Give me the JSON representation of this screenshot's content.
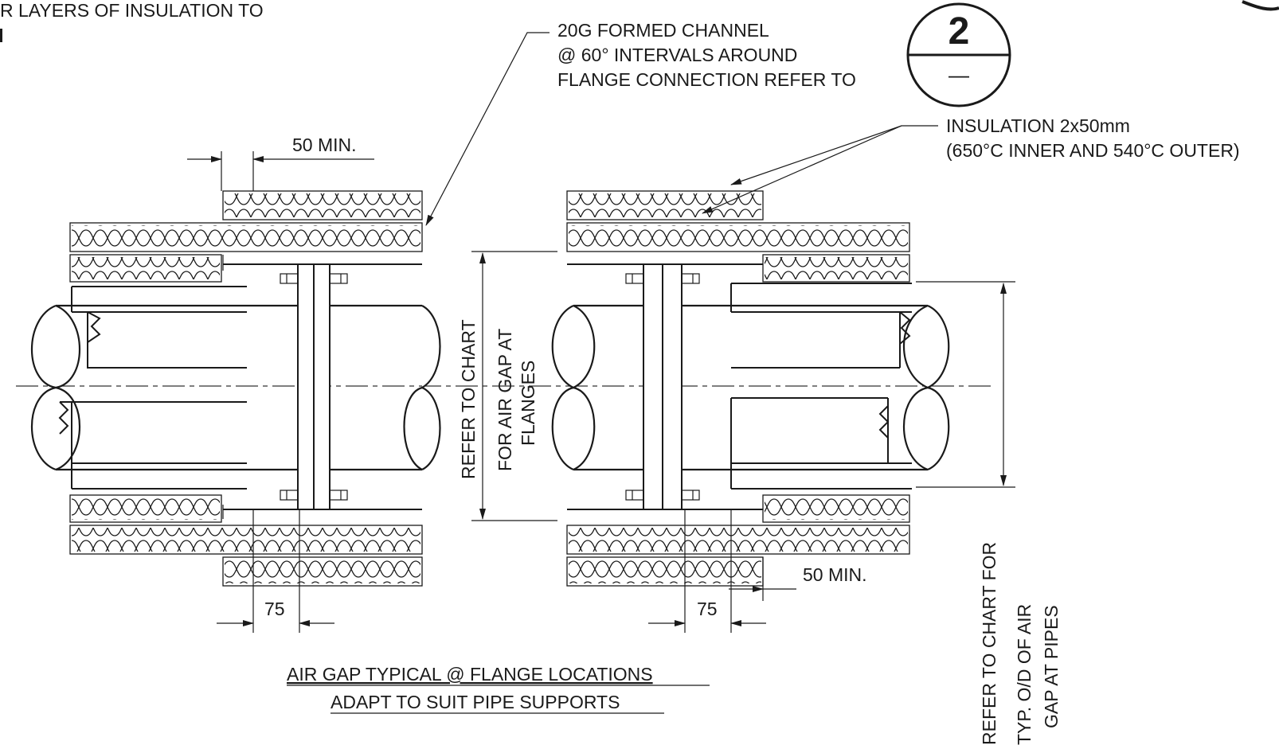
{
  "notes": {
    "top_left_line1": "R LAYERS OF INSULATION TO",
    "channel_line1": "20G FORMED CHANNEL",
    "channel_line2": "@ 60° INTERVALS AROUND",
    "channel_line3": "FLANGE  CONNECTION REFER TO",
    "insulation_line1": "INSULATION 2x50mm",
    "insulation_line2": "(650°C INNER AND 540°C OUTER)",
    "air_gap_flanges_line1": "REFER TO CHART",
    "air_gap_flanges_line2": "FOR AIR GAP AT",
    "air_gap_flanges_line3": "FLANGES",
    "air_gap_pipes_line1": "REFER TO CHART FOR",
    "air_gap_pipes_line2": "TYP. O/D OF AIR",
    "air_gap_pipes_line3": "GAP AT PIPES",
    "caption_line1": "AIR GAP TYPICAL @ FLANGE LOCATIONS",
    "caption_line2": "ADAPT TO SUIT PIPE SUPPORTS"
  },
  "callout": {
    "number": "2",
    "sheet": "—"
  },
  "dimensions": {
    "left_top": "50 MIN.",
    "left_bottom": "75",
    "right_bottom_min": "50  MIN.",
    "right_bottom": "75"
  }
}
